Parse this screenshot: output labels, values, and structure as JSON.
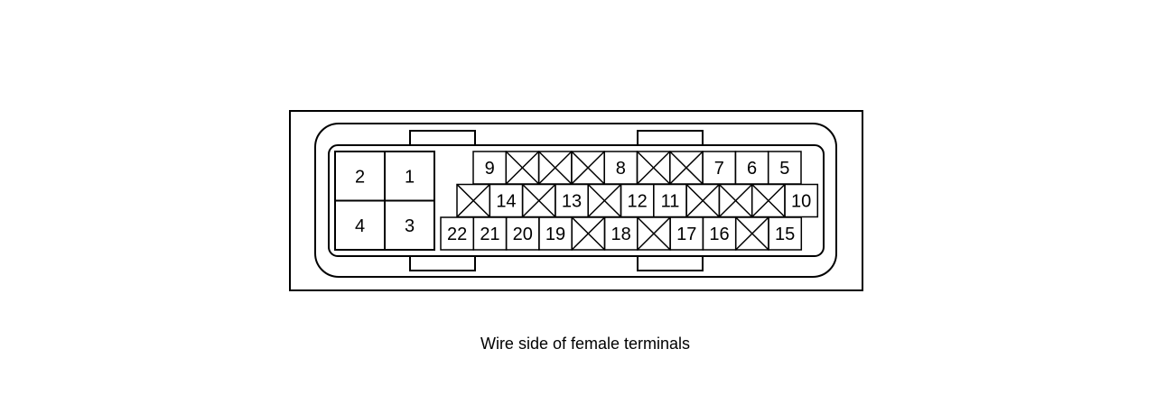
{
  "caption": "Wire side of female terminals",
  "colors": {
    "stroke": "#000000",
    "background": "#ffffff"
  },
  "large_terminals": [
    {
      "row": 0,
      "col": 0,
      "label": "2"
    },
    {
      "row": 0,
      "col": 1,
      "label": "1"
    },
    {
      "row": 1,
      "col": 0,
      "label": "4"
    },
    {
      "row": 1,
      "col": 1,
      "label": "3"
    }
  ],
  "small_terminal_rows": [
    [
      "9",
      "x",
      "x",
      "x",
      "8",
      "x",
      "x",
      "7",
      "6",
      "5"
    ],
    [
      "x",
      "14",
      "x",
      "13",
      "x",
      "12",
      "11",
      "x",
      "x",
      "x",
      "10"
    ],
    [
      "22",
      "21",
      "20",
      "19",
      "x",
      "18",
      "x",
      "17",
      "16",
      "x",
      "15"
    ]
  ]
}
